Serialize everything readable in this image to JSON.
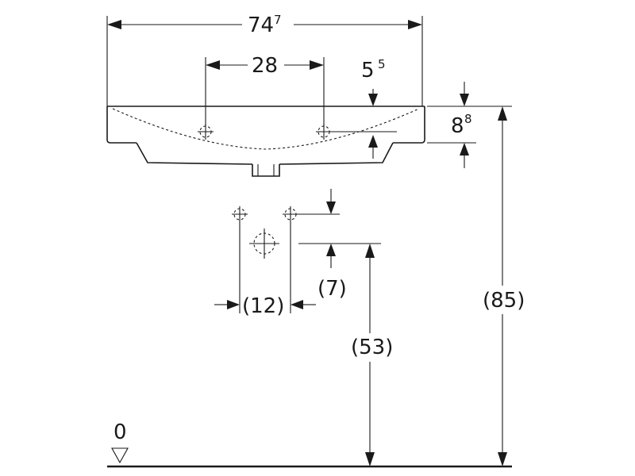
{
  "dimensions": {
    "overall_width": {
      "main": "74",
      "sup": "7"
    },
    "tap_hole_spacing": {
      "main": "28",
      "sup": ""
    },
    "tap_hole_offset": {
      "main": "5",
      "sup": "5"
    },
    "rim_height": {
      "main": "8",
      "sup": "8"
    },
    "waste_offset": "(7)",
    "wall_connection_spacing": "(12)",
    "waste_height": "(53)",
    "rim_to_floor": "(85)",
    "floor_level": "0"
  },
  "colors": {
    "ink": "#1a1a1a",
    "background": "#ffffff"
  }
}
